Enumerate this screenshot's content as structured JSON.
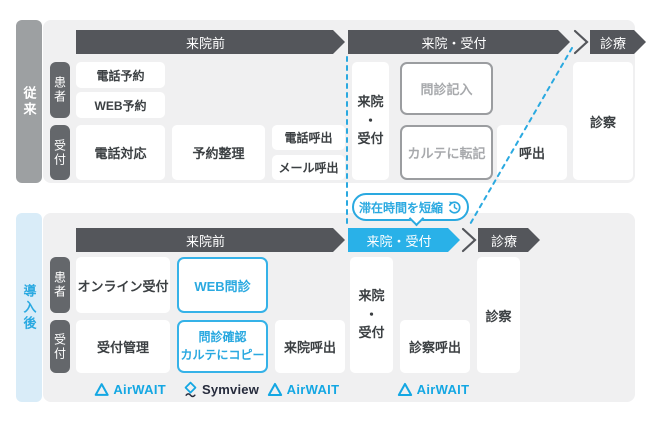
{
  "legacy": {
    "side_label": "従来",
    "row_labels": {
      "patient": "患者",
      "reception": "受付"
    },
    "headers": {
      "pre_visit": "来院前",
      "visit_reception": "来院・受付",
      "treatment": "診療"
    },
    "cells": {
      "phone_reserve": "電話予約",
      "web_reserve": "WEB予約",
      "phone_support": "電話対応",
      "reserve_sort": "予約整理",
      "phone_call": "電話呼出",
      "mail_call": "メール呼出",
      "visit_reception": "来院\n・\n受付",
      "monshin_entry": "問診記入",
      "karte_transfer": "カルテに転記",
      "call": "呼出",
      "exam": "診察"
    }
  },
  "after": {
    "side_label": "導入後",
    "row_labels": {
      "patient": "患者",
      "reception": "受付"
    },
    "headers": {
      "pre_visit": "来院前",
      "visit_reception": "来院・受付",
      "treatment": "診療"
    },
    "cells": {
      "online_reception": "オンライン受付",
      "web_monshin": "WEB問診",
      "reception_mgmt": "受付管理",
      "monshin_copy": "問診確認\nカルテにコピー",
      "visit_call": "来院呼出",
      "visit_reception": "来院\n・\n受付",
      "exam_call": "診察呼出",
      "exam": "診察"
    },
    "logos": {
      "airwait": "AirWAIT",
      "symview": "Symview"
    }
  },
  "badge": {
    "label": "滞在時間を短縮"
  },
  "icons": [
    "clock-refresh-icon",
    "airwait-triangle-icon",
    "symview-diamond-icon",
    "chevron-separator-icon",
    "dashed-funnel-lines"
  ],
  "colors": {
    "accent_blue": "#2aa9e0",
    "header_dark": "#54565b",
    "header_blue": "#29b1e8",
    "panel_gray": "#f0f0f1",
    "rail_gray": "#9da0a2",
    "rail_light_blue": "#d9ecf8",
    "tag_gray": "#64676b",
    "airwait_blue": "#14a7e3",
    "symview_dark": "#262b3c"
  }
}
